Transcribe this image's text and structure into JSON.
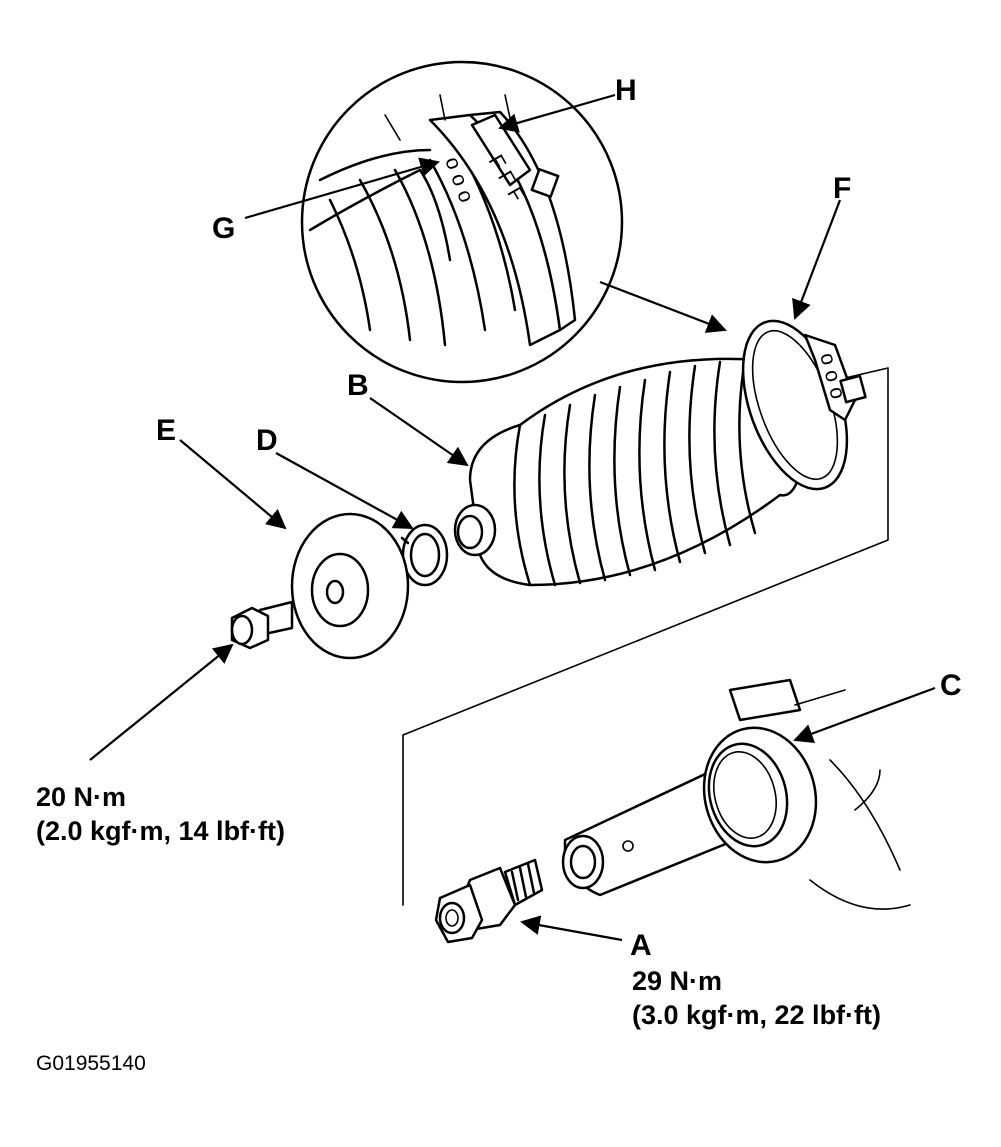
{
  "labels": {
    "A": "A",
    "B": "B",
    "C": "C",
    "D": "D",
    "E": "E",
    "F": "F",
    "G": "G",
    "H": "H"
  },
  "torque_a": {
    "line1": "29 N·m",
    "line2": "(3.0 kgf·m, 22 lbf·ft)"
  },
  "torque_e": {
    "line1": "20 N·m",
    "line2": "(2.0 kgf·m, 14 lbf·ft)"
  },
  "figure_code": "G01955140",
  "colors": {
    "ink": "#000000",
    "paper": "#ffffff"
  }
}
